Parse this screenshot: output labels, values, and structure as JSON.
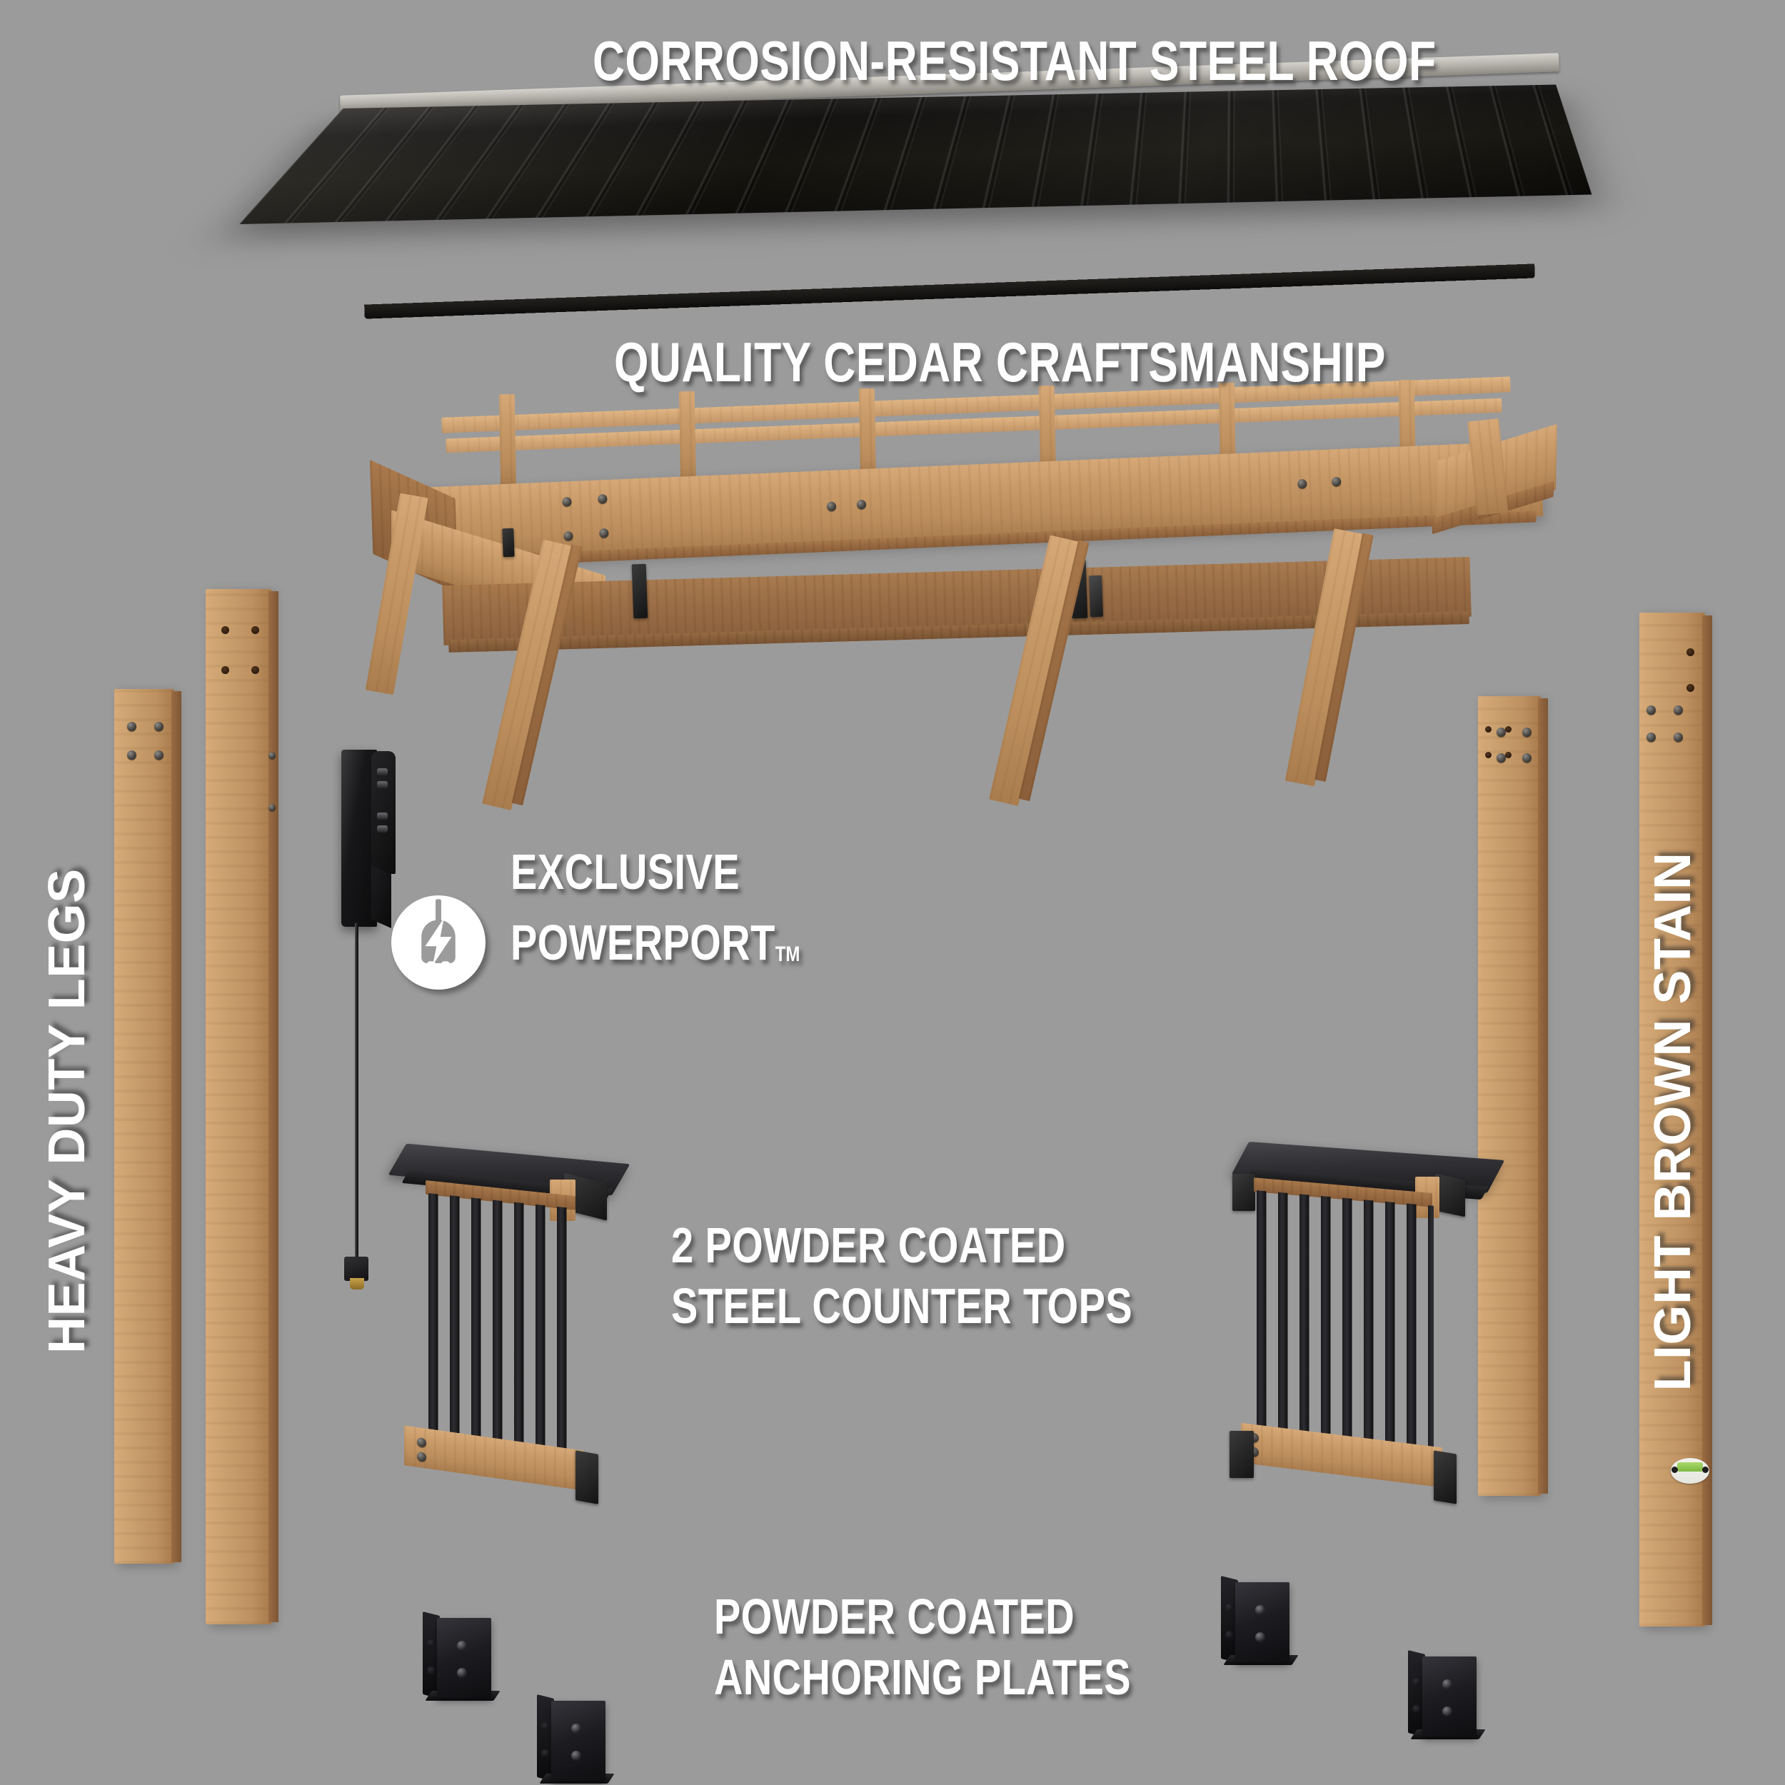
{
  "background_color": "#9b9b9b",
  "text_color": "#ffffff",
  "accent_colors": {
    "cedar_wood": "#c89a68",
    "steel_black": "#1b1b1e",
    "roof_dark": "#131211",
    "roof_trim": "#c2bfb8",
    "sticker_green": "#7cb842"
  },
  "labels": {
    "roof": "CORROSION-RESISTANT STEEL ROOF",
    "cedar": "QUALITY CEDAR CRAFTSMANSHIP",
    "powerport_line1": "EXCLUSIVE",
    "powerport_line2": "POWERPORT",
    "powerport_tm": "TM",
    "counter_line1": "2 POWDER COATED",
    "counter_line2": "STEEL COUNTER TOPS",
    "anchor_line1": "POWDER COATED",
    "anchor_line2": "ANCHORING PLATES",
    "legs": "HEAVY DUTY LEGS",
    "stain": "LIGHT BROWN STAIN"
  },
  "components": [
    {
      "name": "steel-roof-panel",
      "label": "CORROSION-RESISTANT STEEL ROOF",
      "count": 1
    },
    {
      "name": "cedar-frame-assembly",
      "label": "QUALITY CEDAR CRAFTSMANSHIP",
      "count": 1
    },
    {
      "name": "powerport-module",
      "label": "EXCLUSIVE POWERPORT",
      "count": 1
    },
    {
      "name": "steel-counter-top",
      "label": "2 POWDER COATED STEEL COUNTER TOPS",
      "count": 2
    },
    {
      "name": "anchoring-plate",
      "label": "POWDER COATED ANCHORING PLATES",
      "count": 4
    },
    {
      "name": "heavy-duty-leg",
      "label": "HEAVY DUTY LEGS",
      "count": 4
    },
    {
      "name": "light-brown-stain",
      "label": "LIGHT BROWN STAIN",
      "count": 1
    }
  ],
  "icons": {
    "powerport": "power-plug-bolt-icon"
  }
}
